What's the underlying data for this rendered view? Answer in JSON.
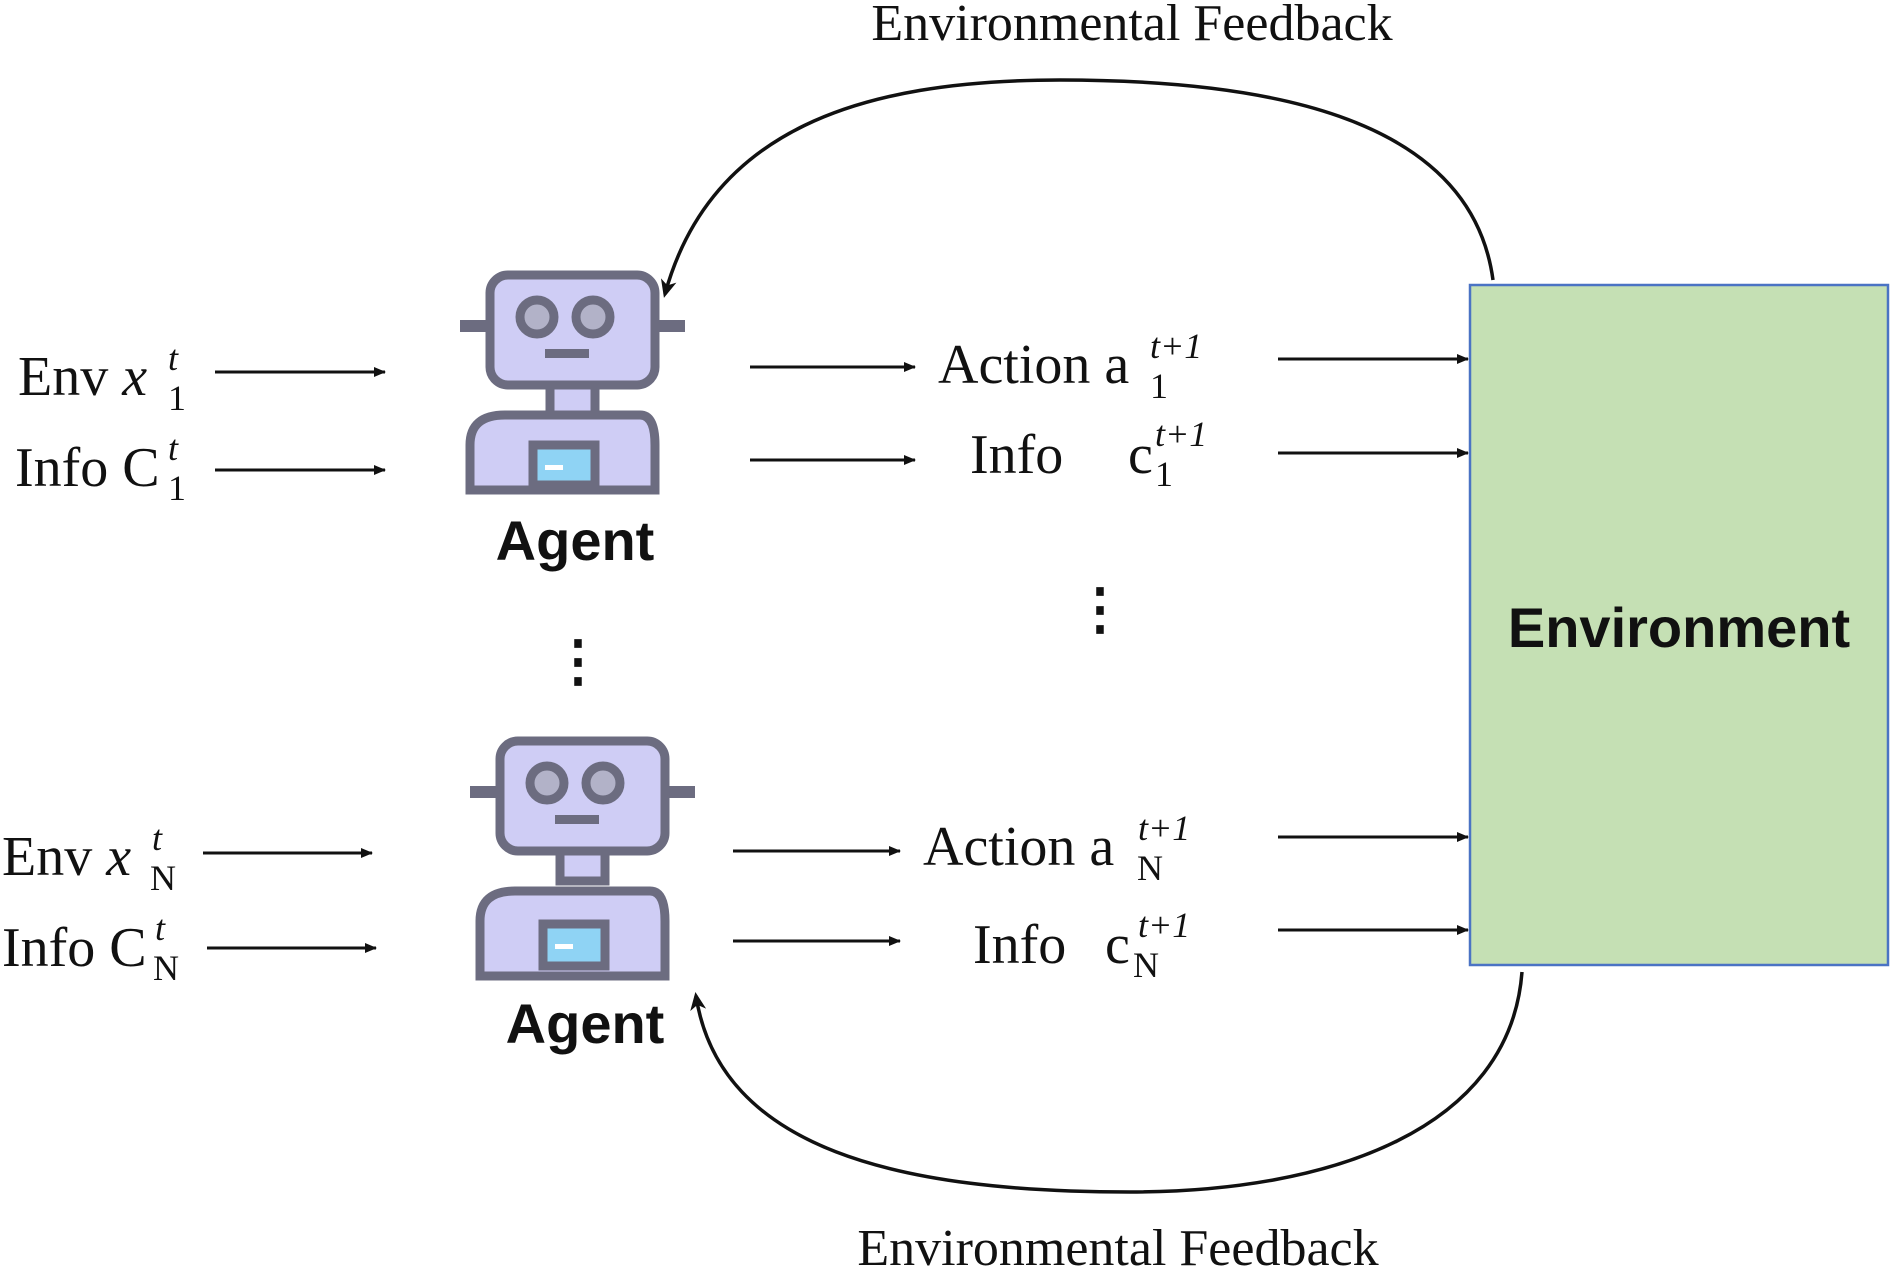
{
  "feedback": {
    "top": "Environmental Feedback",
    "bottom": "Environmental Feedback"
  },
  "environment": {
    "label": "Environment",
    "fill_color": "#c5e0b4",
    "border_color": "#4a73c4"
  },
  "agent_1": {
    "label": "Agent",
    "env_prefix": "Env ",
    "env_var": "x",
    "env_sub": "1",
    "env_sup": "t",
    "info_prefix": "Info ",
    "info_var": "C",
    "info_sub": "1",
    "info_sup": "t",
    "action_prefix": "Action ",
    "action_var": "a",
    "action_sub": "1",
    "action_sup": "t+1",
    "out_info_prefix": "Info",
    "out_info_var": "c",
    "out_info_sub": "1",
    "out_info_sup": "t+1"
  },
  "agent_n": {
    "label": "Agent",
    "env_prefix": "Env ",
    "env_var": "x",
    "env_sub": "N",
    "env_sup": "t",
    "info_prefix": "Info ",
    "info_var": "C",
    "info_sub": "N",
    "info_sup": "t",
    "action_prefix": "Action ",
    "action_var": "a",
    "action_sub": "N",
    "action_sup": "t+1",
    "out_info_prefix": "Info",
    "out_info_var": "c",
    "out_info_sub": "N",
    "out_info_sup": "t+1"
  },
  "ellipsis": "⋮",
  "icons": {
    "agent_icon": "robot-icon",
    "robot_face_color": "#cfcdf5",
    "robot_outline_color": "#6c6c80",
    "robot_screen_color": "#8fd3f4"
  }
}
